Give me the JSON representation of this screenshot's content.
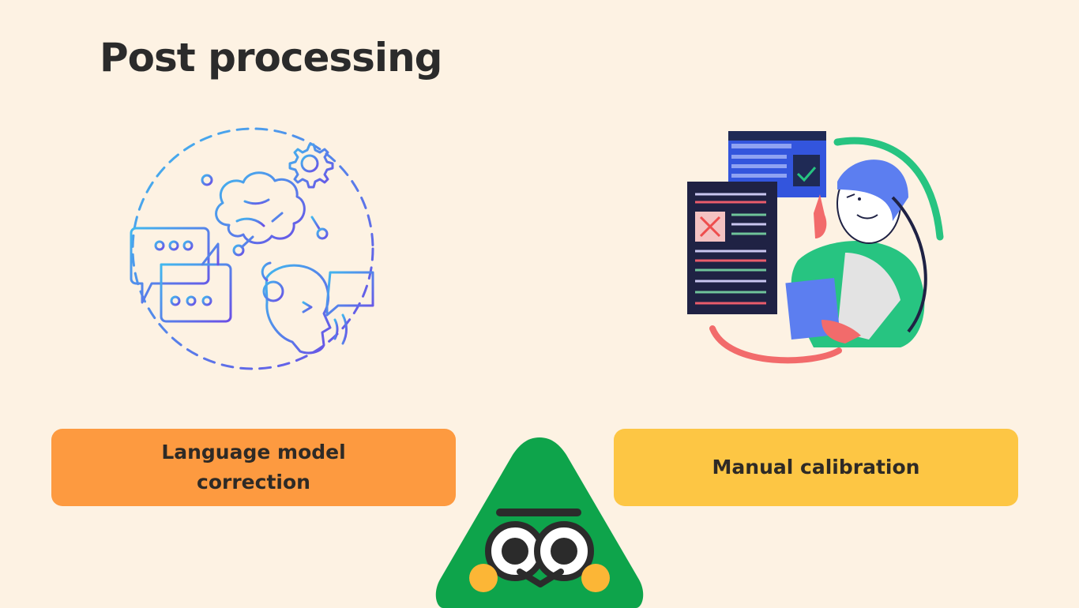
{
  "slide": {
    "title": "Post processing",
    "background": "#fdf2e3"
  },
  "options": [
    {
      "label": "Language model correction",
      "label_lines": [
        "Language model",
        "correction"
      ],
      "color": "#fd9a40",
      "illustration": "brain-gear-chat-robot-icon"
    },
    {
      "label": "Manual calibration",
      "label_lines": [
        "Manual calibration"
      ],
      "color": "#fdc644",
      "illustration": "person-checking-documents-illustration"
    }
  ],
  "mascot": {
    "icon": "green-triangle-mascot-icon",
    "color": "#0ea44b",
    "cheek_color": "#fcb636"
  }
}
